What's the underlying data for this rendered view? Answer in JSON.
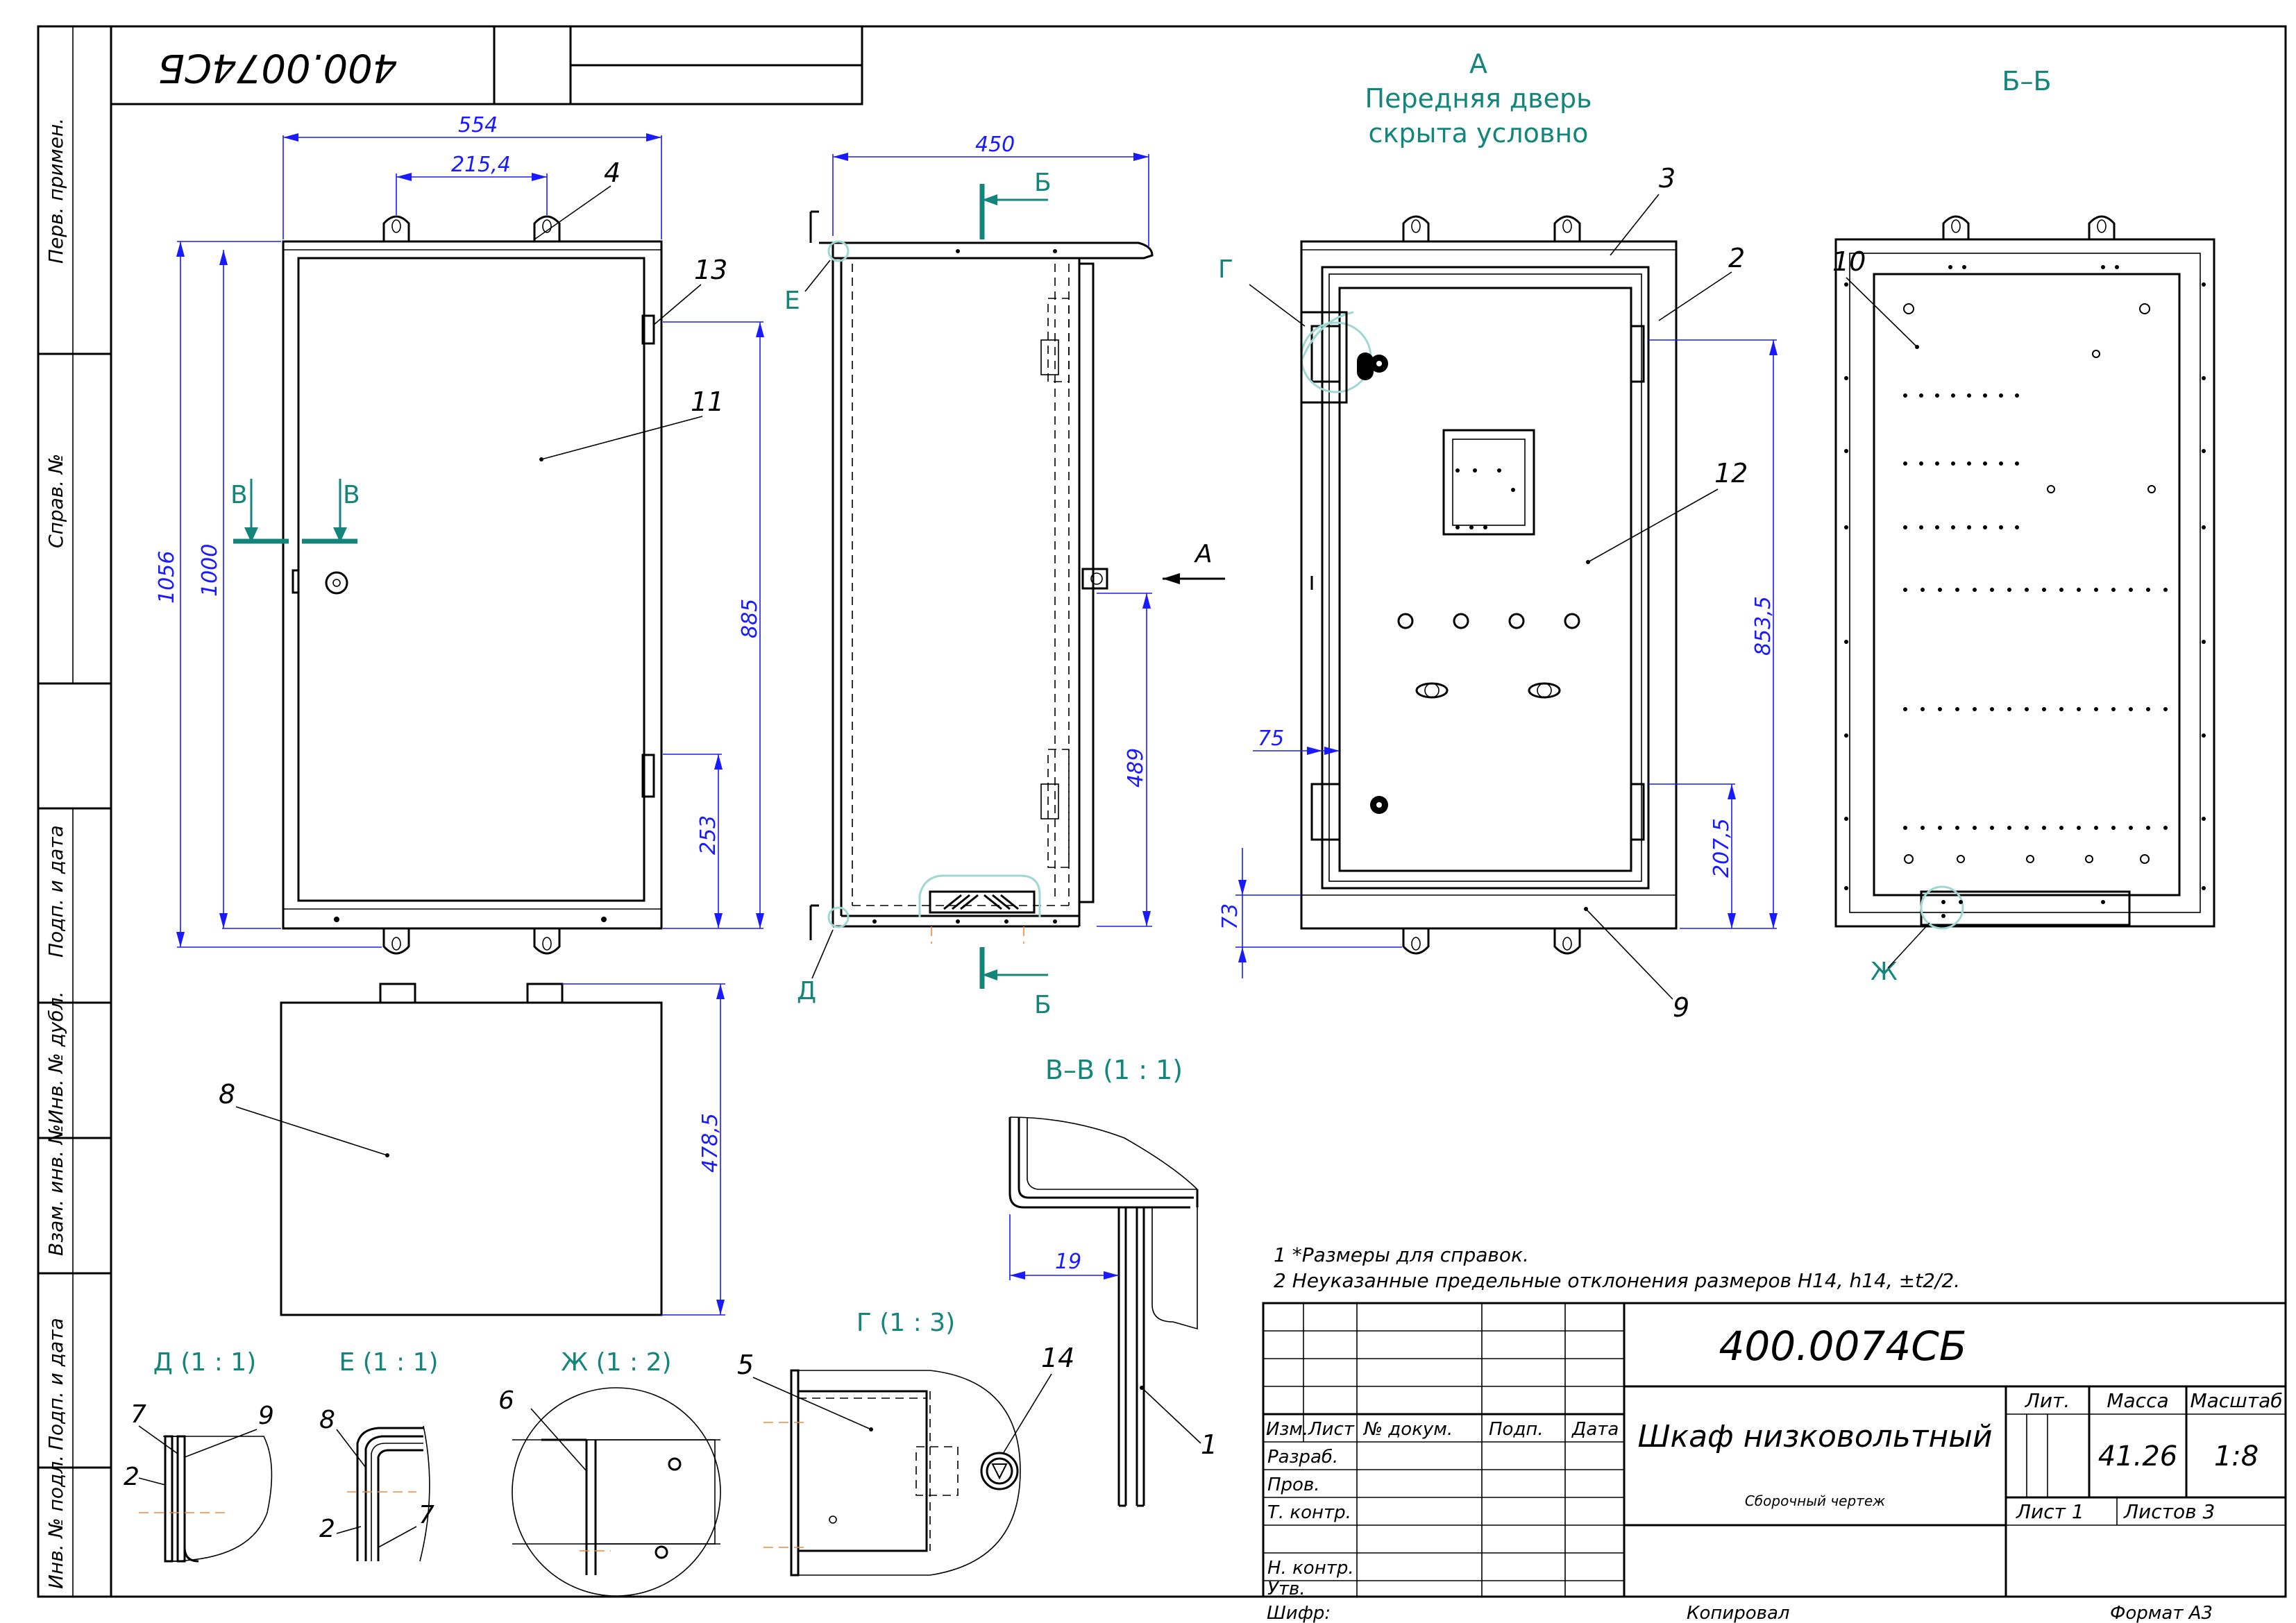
{
  "designation": "400.0074СБ",
  "designation_rotated": "400.0074СБ",
  "side_labels": [
    "Перв. примен.",
    "Справ. №",
    "Подп. и дата",
    "Инв. № дубл.",
    "Взам. инв. №",
    "Подп. и дата",
    "Инв. № подл."
  ],
  "view_a": {
    "letter": "А",
    "line1": "Передняя дверь",
    "line2": "скрыта условно"
  },
  "view_bb": "Б–Б",
  "section_labels": {
    "b_top": "Б",
    "b_bottom": "Б",
    "v_left": "В",
    "v_right": "В",
    "arrow_a": "А",
    "d": "Д",
    "e": "Е",
    "g": "Г",
    "zh": "Ж"
  },
  "detail_titles": {
    "vv": "В–В (1 : 1)",
    "d": "Д (1 : 1)",
    "e": "Е (1 : 1)",
    "zh": "Ж (1 : 2)",
    "g": "Г (1 : 3)"
  },
  "dimensions": {
    "w554": "554",
    "w215": "215,4",
    "h1056": "1056",
    "h1000": "1000",
    "h885": "885",
    "h253": "253",
    "w450": "450",
    "h489": "489",
    "h478": "478,5",
    "w19": "19",
    "w75": "75",
    "h73": "73",
    "h853": "853,5",
    "h207": "207,5"
  },
  "positions": [
    "1",
    "2",
    "3",
    "4",
    "5",
    "6",
    "7",
    "8",
    "9",
    "10",
    "11",
    "12",
    "13",
    "14"
  ],
  "notes": [
    "1    *Размеры для справок.",
    "2    Неуказанные предельные отклонения размеров H14, h14, ±t2/2."
  ],
  "title_block": {
    "code": "400.0074СБ",
    "name": "Шкаф низковольтный",
    "doc_type": "Сборочный чертеж",
    "lit_header": "Лит.",
    "mass_header": "Масса",
    "scale_header": "Масштаб",
    "mass": "41.26",
    "scale": "1:8",
    "sheet": "Лист 1",
    "sheets": "Листов 3",
    "izm": "Изм.",
    "list": "Лист",
    "docnum": "№ докум.",
    "podp": "Подп.",
    "data": "Дата",
    "razrab": "Разраб.",
    "prov": "Пров.",
    "tkontr": "Т. контр.",
    "nkontr": "Н. контр.",
    "utv": "Утв."
  },
  "footer": {
    "shifr": "Шифр:",
    "copied": "Копировал",
    "format": "Формат А3"
  }
}
